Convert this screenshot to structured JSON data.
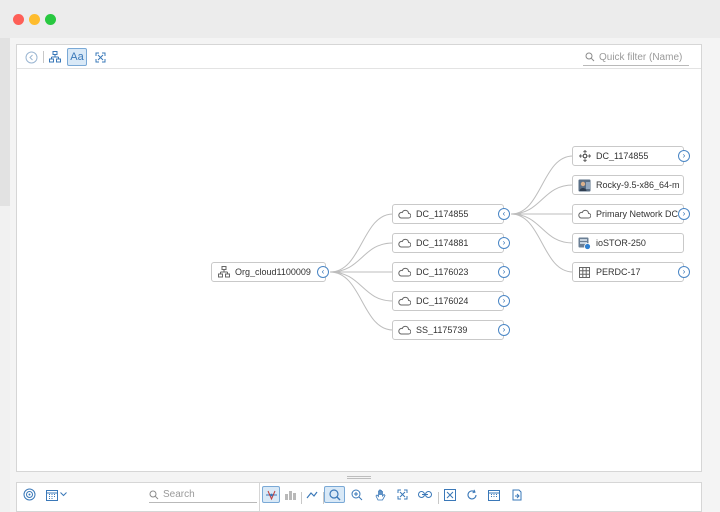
{
  "window": {
    "controls": [
      "close",
      "minimize",
      "maximize"
    ]
  },
  "toolbar": {
    "buttons": [
      {
        "name": "back-icon"
      },
      {
        "name": "hierarchy-icon"
      },
      {
        "name": "text-toggle",
        "label": "Aa",
        "active": true
      },
      {
        "name": "fit-screen-icon"
      }
    ],
    "quick_filter_placeholder": "Quick filter (Name)"
  },
  "graph": {
    "root": {
      "label": "Org_cloud1100009",
      "icon": "org-icon"
    },
    "level1": [
      {
        "label": "DC_1174855",
        "icon": "cloud-icon",
        "expanded": true
      },
      {
        "label": "DC_1174881",
        "icon": "cloud-icon"
      },
      {
        "label": "DC_1176023",
        "icon": "cloud-icon"
      },
      {
        "label": "DC_1176024",
        "icon": "cloud-icon"
      },
      {
        "label": "SS_1175739",
        "icon": "cloud-icon"
      }
    ],
    "level2": [
      {
        "label": "DC_1174855",
        "icon": "network-move-icon",
        "has_children": true
      },
      {
        "label": "Rocky-9.5-x86_64-m",
        "icon": "vm-icon",
        "has_children": false
      },
      {
        "label": "Primary Network DC",
        "icon": "cloud-icon",
        "has_children": true
      },
      {
        "label": "ioSTOR-250",
        "icon": "storage-icon",
        "has_children": false
      },
      {
        "label": "PERDC-17",
        "icon": "grid-icon",
        "has_children": true
      }
    ]
  },
  "bottom": {
    "search_placeholder": "Search",
    "tools": [
      "topology",
      "chart",
      "trend",
      "zoom-select",
      "zoom-in",
      "pan",
      "fit",
      "link",
      "close",
      "refresh",
      "calendar",
      "export"
    ],
    "active_tool": "zoom-select"
  },
  "colors": {
    "accent": "#2b6cb0",
    "border": "#c9c9c9"
  }
}
